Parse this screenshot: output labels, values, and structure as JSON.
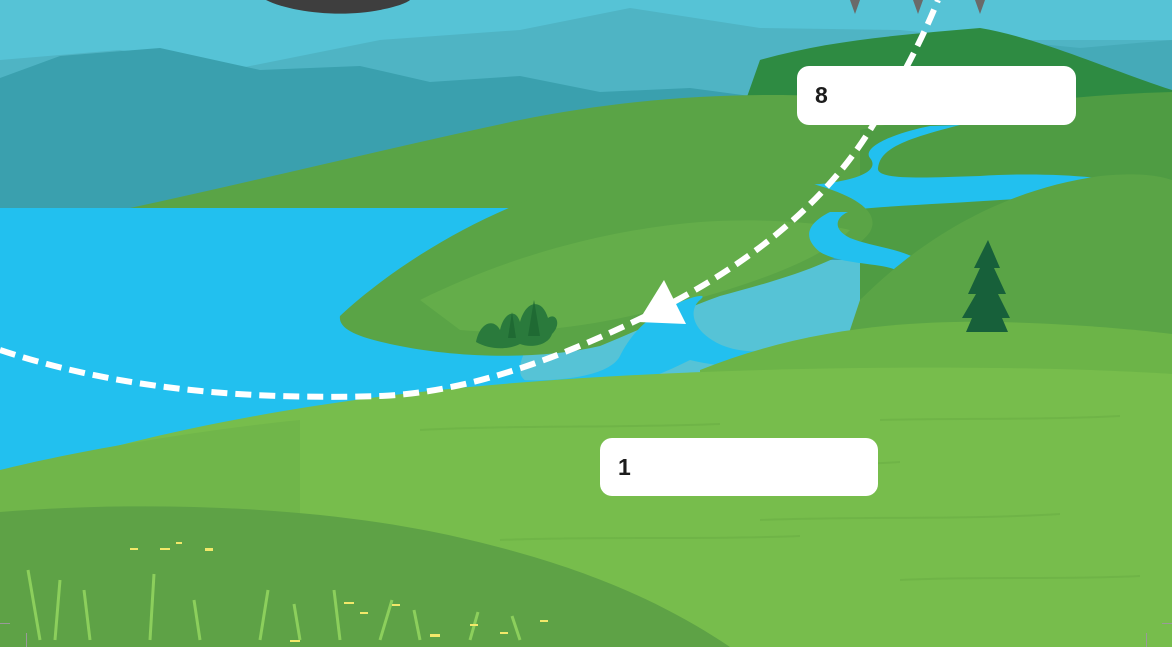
{
  "labels": [
    {
      "id": "label-8",
      "number": "8",
      "text": ""
    },
    {
      "id": "label-1",
      "number": "1",
      "text": ""
    }
  ],
  "colors": {
    "sky": "#56c3d6",
    "far_mountains": "#3aa0ae",
    "hills_dark": "#2e8b42",
    "hills_mid": "#5aa446",
    "hills_light": "#77bd4c",
    "water": "#22c0ef",
    "path": "#ffffff",
    "tree": "#17603a",
    "cloud": "#4a4a4a"
  },
  "icons": [
    "cloud-icon",
    "rain-drop-icon",
    "pine-tree-icon",
    "bush-icon",
    "arrow-head-icon"
  ]
}
